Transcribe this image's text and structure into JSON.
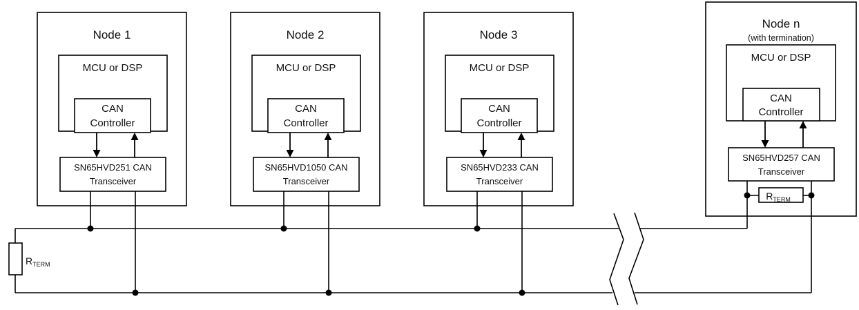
{
  "diagram": {
    "background_color": "#ffffff",
    "line_color": "#000000",
    "text_color": "#111111"
  },
  "nodes": [
    {
      "title": "Node 1",
      "mcu": "MCU or DSP",
      "controller_line1": "CAN",
      "controller_line2": "Controller",
      "transceiver_line1": "SN65HVD251 CAN",
      "transceiver_line2": "Transceiver"
    },
    {
      "title": "Node 2",
      "mcu": "MCU or DSP",
      "controller_line1": "CAN",
      "controller_line2": "Controller",
      "transceiver_line1": "SN65HVD1050 CAN",
      "transceiver_line2": "Transceiver"
    },
    {
      "title": "Node 3",
      "mcu": "MCU or DSP",
      "controller_line1": "CAN",
      "controller_line2": "Controller",
      "transceiver_line1": "SN65HVD233 CAN",
      "transceiver_line2": "Transceiver"
    },
    {
      "title": "Node n",
      "subtitle": "(with termination)",
      "mcu": "MCU or DSP",
      "controller_line1": "CAN",
      "controller_line2": "Controller",
      "transceiver_line1": "SN65HVD257 CAN",
      "transceiver_line2": "Transceiver",
      "termination_label": "R",
      "termination_sub": "TERM"
    }
  ],
  "bus": {
    "left_termination_label": "R",
    "left_termination_sub": "TERM"
  }
}
